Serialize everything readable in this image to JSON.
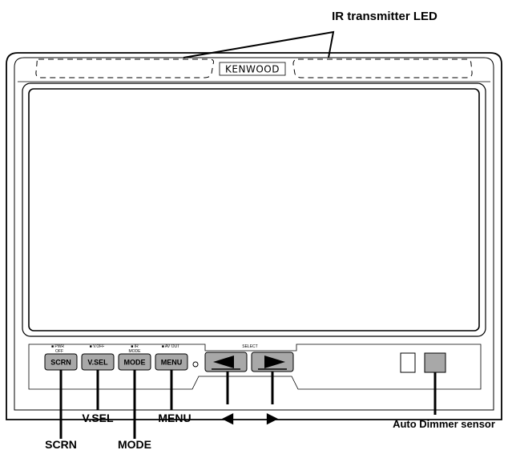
{
  "brand_logo": "KENWOOD",
  "callouts": {
    "ir_led": "IR transmitter LED",
    "scrn": "SCRN",
    "vsel": "V.SEL",
    "mode": "MODE",
    "menu": "MENU",
    "left_arrow": "◄",
    "right_arrow": "►",
    "auto_dimmer": "Auto Dimmer sensor"
  },
  "buttons": {
    "scrn": "SCRN",
    "vsel": "V.SEL",
    "mode": "MODE",
    "menu": "MENU"
  },
  "secondary_labels": {
    "pwr_off_1": "■ PWR",
    "pwr_off_2": "OFF",
    "v_off": "■ V.OFF",
    "ir_mode_1": "■ IR",
    "ir_mode_2": "MODE",
    "av_out": "■ AV OUT",
    "select": "SELECT"
  }
}
